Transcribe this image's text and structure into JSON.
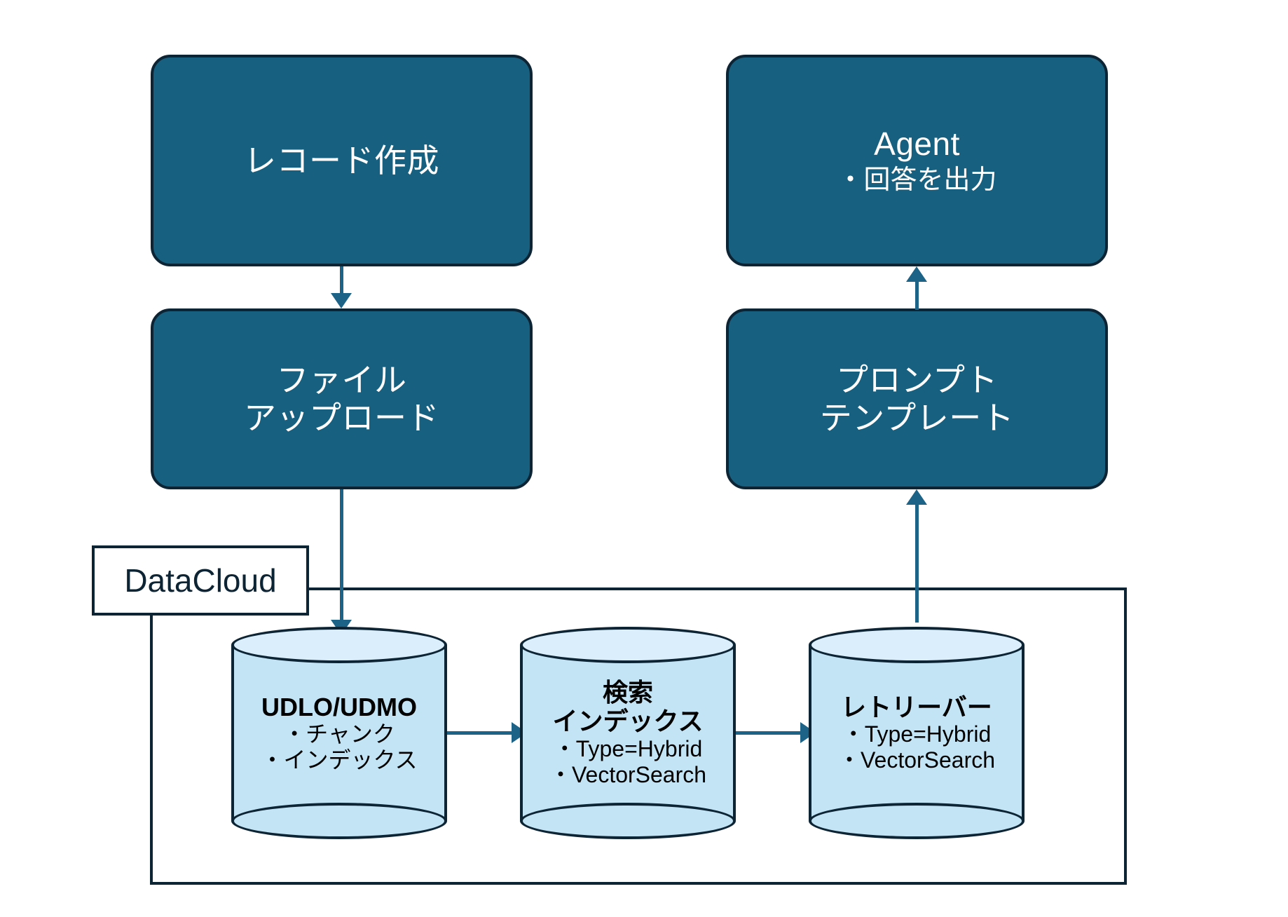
{
  "diagram": {
    "title": "DataCloud RAG flow",
    "colors": {
      "process_box_fill": "#17607f",
      "process_box_border": "#0d2434",
      "cylinder_fill": "#c3e4f5",
      "cylinder_top_fill": "#daeefb",
      "connector": "#1d6287",
      "background": "#ffffff"
    }
  },
  "nodes": {
    "record_create": {
      "title": "レコード作成",
      "sub": ""
    },
    "file_upload": {
      "title": "ファイル\nアップロード",
      "sub": ""
    },
    "agent": {
      "title": "Agent",
      "sub": "・回答を出力"
    },
    "prompt_template": {
      "title": "プロンプト\nテンプレート",
      "sub": ""
    }
  },
  "container": {
    "label": "DataCloud"
  },
  "cylinders": [
    {
      "id": "udlo-udmo",
      "title": "UDLO/UDMO",
      "bullets": "・チャンク\n・インデックス"
    },
    {
      "id": "search-index",
      "title": "検索\nインデックス",
      "bullets": "・Type=Hybrid\n・VectorSearch"
    },
    {
      "id": "retriever",
      "title": "レトリーバー",
      "bullets": "・Type=Hybrid\n・VectorSearch"
    }
  ],
  "connectors": [
    {
      "id": "record-to-upload",
      "from": "record_create",
      "to": "file_upload",
      "direction": "down"
    },
    {
      "id": "upload-to-udlo",
      "from": "file_upload",
      "to": "udlo-udmo",
      "direction": "down"
    },
    {
      "id": "udlo-to-index",
      "from": "udlo-udmo",
      "to": "search-index",
      "direction": "right"
    },
    {
      "id": "index-to-retriever",
      "from": "search-index",
      "to": "retriever",
      "direction": "right"
    },
    {
      "id": "retriever-to-prompt",
      "from": "retriever",
      "to": "prompt_template",
      "direction": "up"
    },
    {
      "id": "prompt-to-agent",
      "from": "prompt_template",
      "to": "agent",
      "direction": "up"
    }
  ]
}
